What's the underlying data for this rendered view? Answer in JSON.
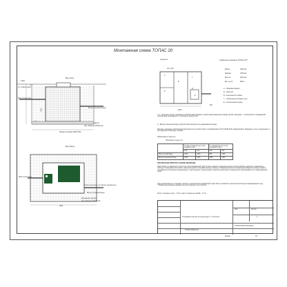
{
  "title": "Монтажная схема ТОПАС 20",
  "side_view": {
    "label_top": "Вид сбоку",
    "label_bottom": "Вид сверху",
    "zero_mark": "0.000",
    "ground_level": "уст. уровня земли",
    "inlet_label": "Вход сточных вод",
    "outlet_label": "Выход очищенной воды",
    "drainage_label": "Дренажная подушка",
    "drainage_note": "мин. обратная 150х40 мм",
    "pit_size": "Размер котлована 3000х3700",
    "depth_1": "0,3",
    "depth_2": "2500",
    "depth_3": "600"
  },
  "top_view": {
    "inlet_label": "Вход сточных вод",
    "outlet_label": "Выход очищенной воды",
    "pit_label": "Блок 100х100 мм (утепление, не тяжелое перекрытие)",
    "cushion_label": "Дренажная подушка",
    "cushion_note": "мин. обратная 150х60 мм",
    "width_dim": "3000"
  },
  "scheme": {
    "label": "Схема №1",
    "pipe_label": "110 / 100",
    "length_dim": "2300",
    "side_dim": "600",
    "zones": [
      "А",
      "Б",
      "В",
      "Г",
      "Д",
      "Е"
    ]
  },
  "dimensions": {
    "heading": "Габаритные размеры ТОПАС 20**:",
    "rows": [
      {
        "k": "Длина:",
        "v": "2300 мм;"
      },
      {
        "k": "Ширина:",
        "v": "1780 мм;"
      },
      {
        "k": "Высота:",
        "v": "2500 мм;"
      },
      {
        "k": "Вес, нетто:",
        "v": "690 кг."
      }
    ]
  },
  "legend": [
    "А – приемная камера;",
    "Б – аэротенк;",
    "В – вторичный отстойник;",
    "Г – стабилизатор активного ила;",
    "Е – контрольный колодец."
  ],
  "notes": {
    "note_1": "1, 2 – Бетонные блоки, связанные опорной рамой. Диаметр трубы канализационного ввода 110 мм. Материал – полипропилен. Подводящий трубопровод укладывается с уклоном не менее 0,02.",
    "note_2": "3 – Выход очищенной воды (труба 40 мм) монтируется в дренажный колодец.",
    "note_3": "Монтаж и закладка трубопровода выполняется в соответствии с требованиями СП 32.13330.2012 «Канализация. Наружные сети и сооружения» и инструкцией по монтажу станции.",
    "subheading": "Примечания к схеме №1",
    "warning_heading": "ПРИ МОНТАЖЕ ОБРАТИТЬ ОСОБОЕ ВНИМАНИЕ:",
    "warning_text": "Расстояние от поверхности грунта до лотка подводящей трубы в месте врезки в станцию должно соответствовать значению, указанному в таблице. Необходимо обеспечить горизонтальность установки корпуса станции. Обратная засыпка котлована производится песком слоями с послойным уплотнением одновременно с заполнением станции водой. Электрический кабель подключения прокладывается в гофрированной трубе.",
    "extra_text": "*При необходимости установки станции с заглублением подводящей трубы более указанного значения используется модификация Long. **Габаритные размеры указаны без учета крышки и утеплителя.",
    "soil_note": "Расчет объема на грунт – 5,5 м³, расчет объема на гравий – 4,7 м³."
  },
  "pipe_table": {
    "caption": "Пояснения к схеме №1",
    "headers": [
      "",
      "От бак. уст-ва верх до лотка входной трубы",
      "От поверхности до лотка выходной трубы"
    ],
    "subheaders": [
      "",
      "мин.",
      "мах.",
      "мин.",
      "мах."
    ],
    "rows": [
      {
        "name": "Вход сточной воды",
        "v": [
          "1000",
          "1460",
          "550",
          "1350"
        ]
      },
      {
        "name": "Выход очищенной воды",
        "v": [
          "1650",
          "1650",
          "1350",
          "1350"
        ]
      }
    ]
  },
  "stamp": {
    "doc_code": "ТОПАС-ЭКО/ТОПАС-ЕСО",
    "description": "Установка очистки сточных вод V = 4,0 м³/сут",
    "product": "ТОПАС/ТОПАС 20",
    "sheet_label": "Лист",
    "sheets_label": "Листов",
    "sheet_no": "1",
    "format_label": "Формат",
    "format_value": "А3"
  }
}
